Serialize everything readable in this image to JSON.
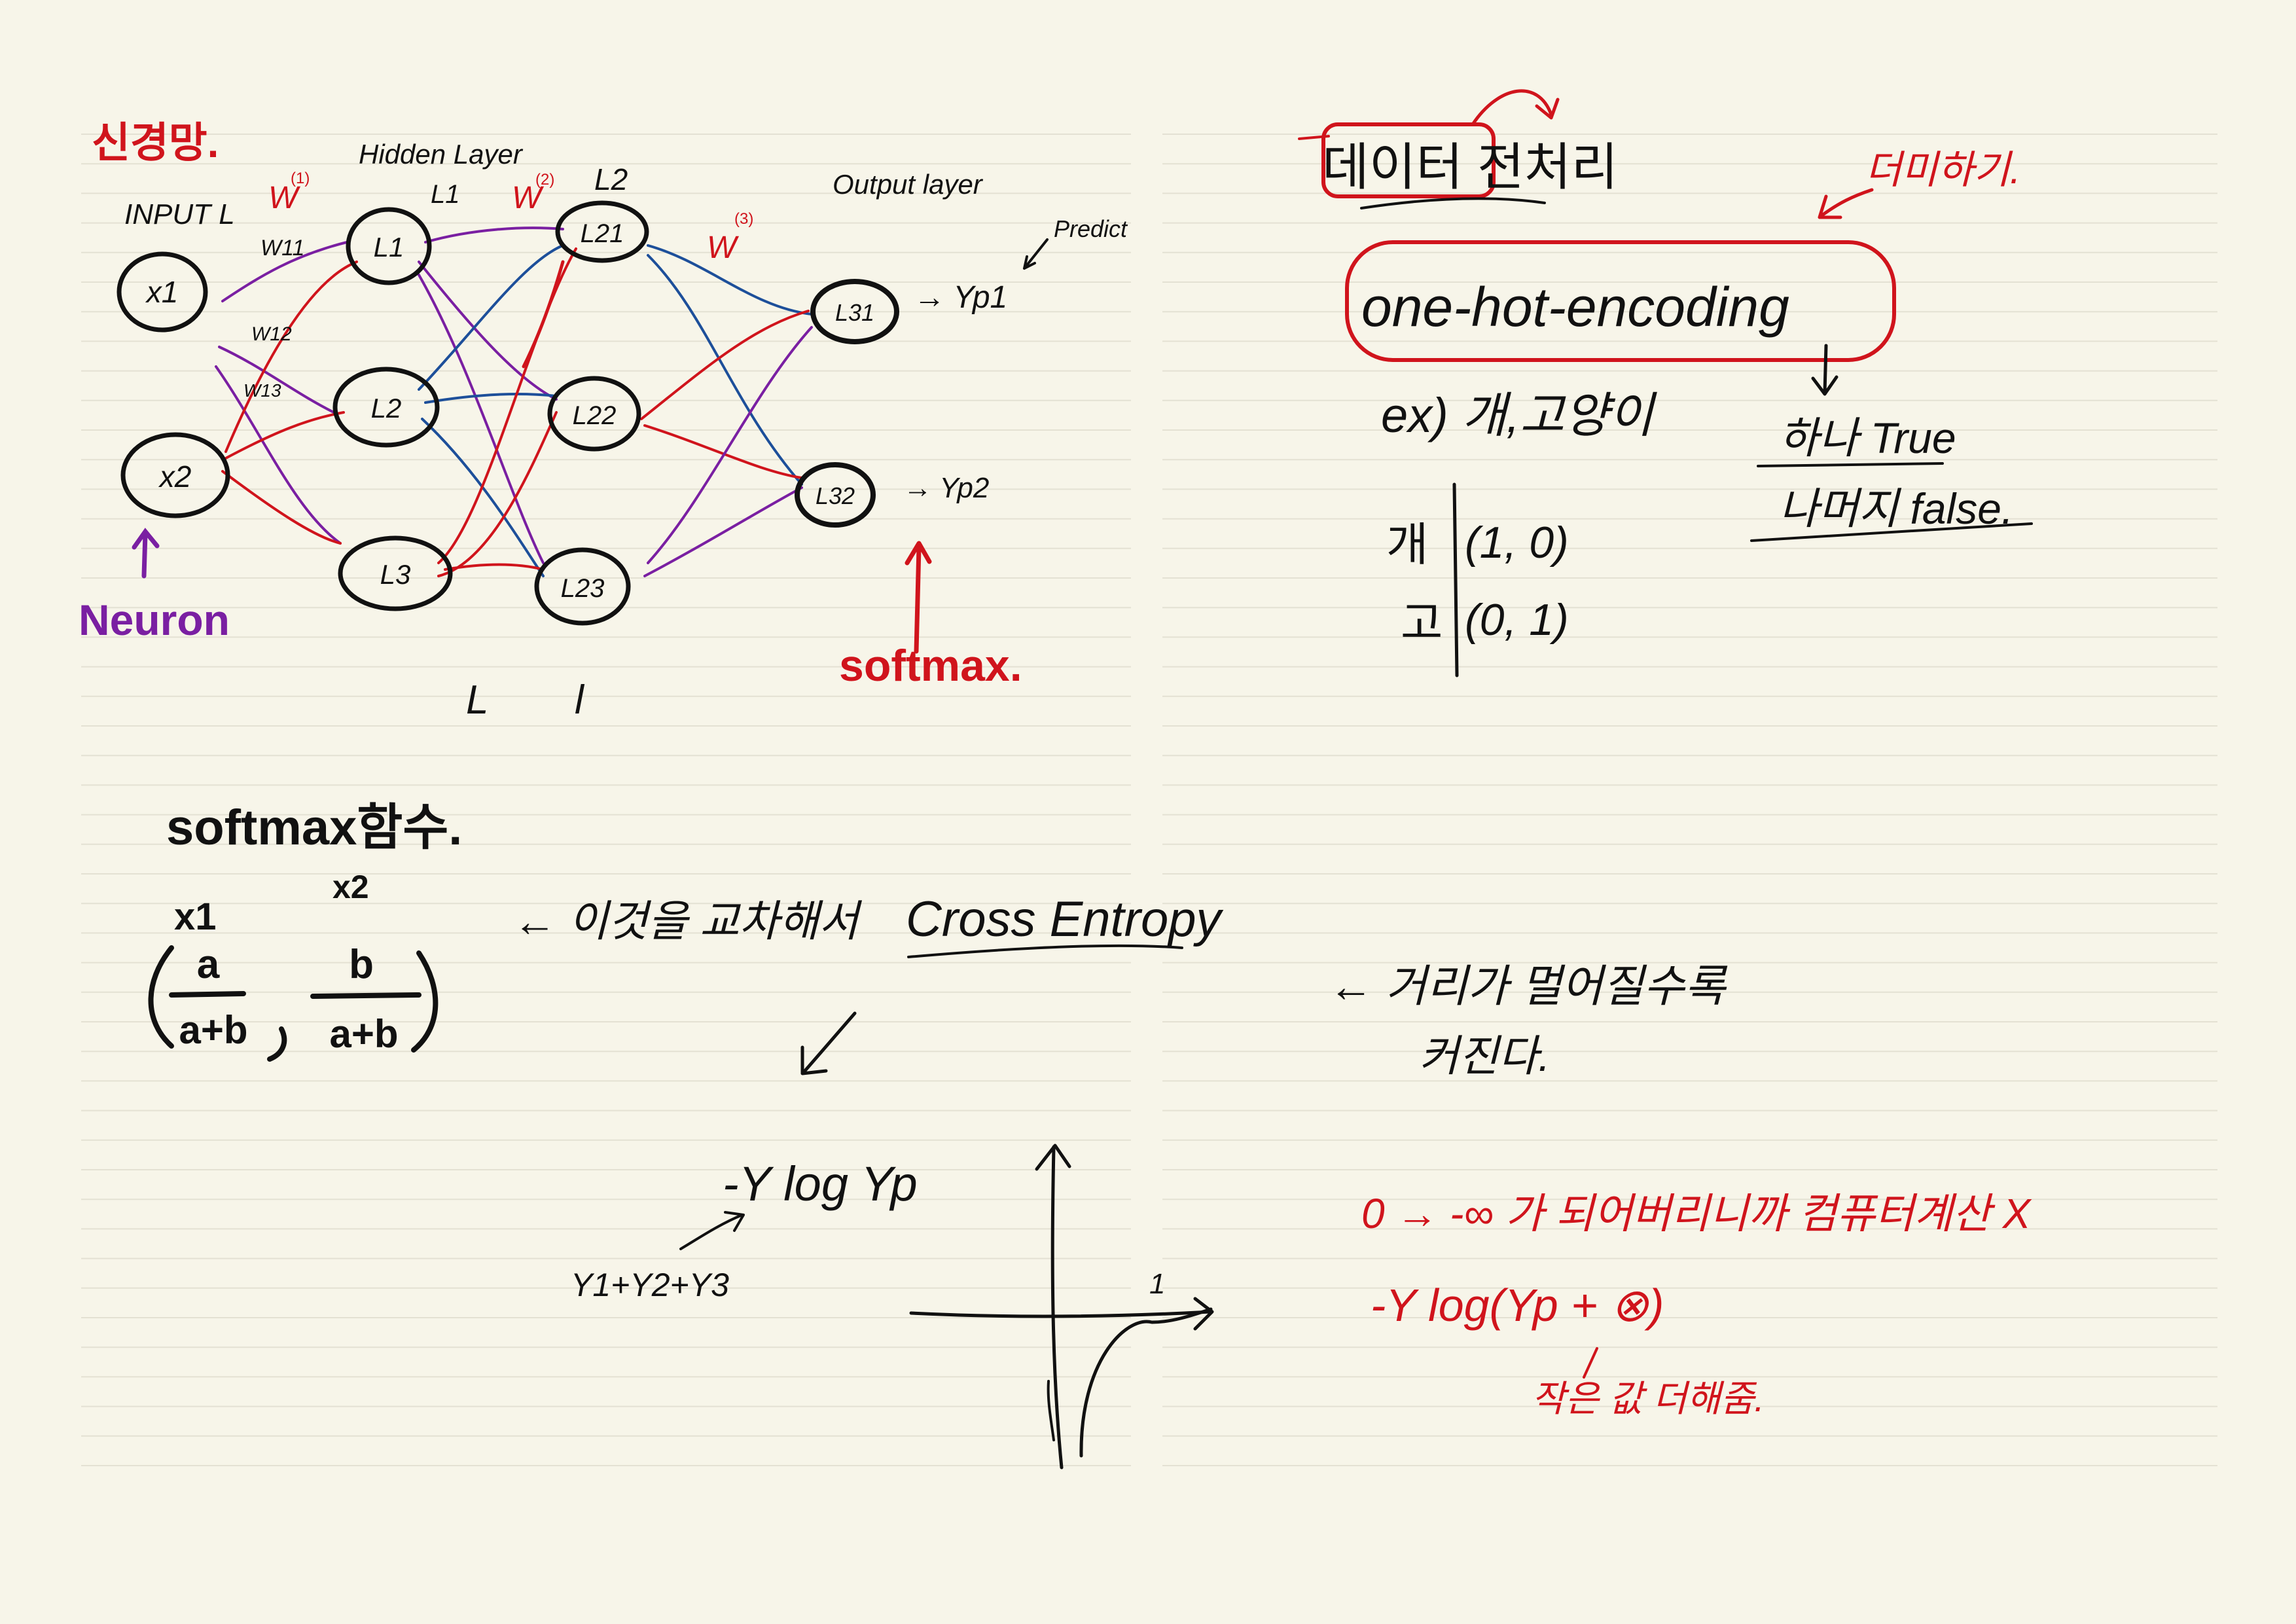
{
  "colors": {
    "paper": "#f7f5e9",
    "rule_line": "#e4e1d3",
    "ink_black": "#111111",
    "ink_red": "#d0141c",
    "ink_purple": "#7a1fa2",
    "ink_blue": "#1d4f9a"
  },
  "network": {
    "title": "신경망.",
    "input_label": "INPUT L",
    "hidden_label": "Hidden Layer",
    "output_label": "Output layer",
    "predict_label": "Predict",
    "neuron_label": "Neuron",
    "softmax_label": "softmax.",
    "weights": {
      "w1": "W",
      "w1_sup": "(1)",
      "w2": "W",
      "w2_sup": "(2)",
      "w3": "W",
      "w3_sup": "(3)",
      "w11": "W11",
      "w12": "W12",
      "w13": "W13"
    },
    "layer_marks": {
      "l1_top": "L1",
      "l2_top": "L2",
      "l1_bottom": "L",
      "l2_bottom": "l"
    },
    "nodes": {
      "x1": "x1",
      "x2": "x2",
      "l11": "L1",
      "l12": "L2",
      "l13": "L3",
      "l21": "L21",
      "l22": "L22",
      "l23": "L23",
      "o1": "L31",
      "o2": "L32"
    },
    "outputs": {
      "yp1": "→ Yp1",
      "yp2": "→ Yp2"
    }
  },
  "data_prep": {
    "title": "데이터 전처리",
    "side_note": "더미하기.",
    "encoding": "one-hot-encoding",
    "example": "ex) 개,고양이",
    "rows": [
      {
        "label": "개",
        "vector": "(1, 0)"
      },
      {
        "label": "고",
        "vector": "(0, 1)"
      }
    ],
    "truth": [
      "하나 True",
      "나머지 false."
    ]
  },
  "softmax": {
    "title": "softmax함수.",
    "x1": "x1",
    "x2": "x2",
    "num_a": "a",
    "num_b": "b",
    "den_1": "a+b",
    "den_2": "a+b",
    "arrow_note": "← 이것을 교차해서",
    "cross_entropy": "Cross Entropy",
    "formula": "-Y log Yp",
    "sum_note": "Y1+Y2+Y3",
    "graph_one": "1"
  },
  "notes": {
    "far_note_1": "← 거리가 멀어질수록",
    "far_note_2": "커진다.",
    "red_1": "0 → -∞ 가 되어버리니까 컴퓨터계산 X",
    "red_2": "-Y log(Yp + ⊗)",
    "red_3": "작은 값 더해줌."
  }
}
